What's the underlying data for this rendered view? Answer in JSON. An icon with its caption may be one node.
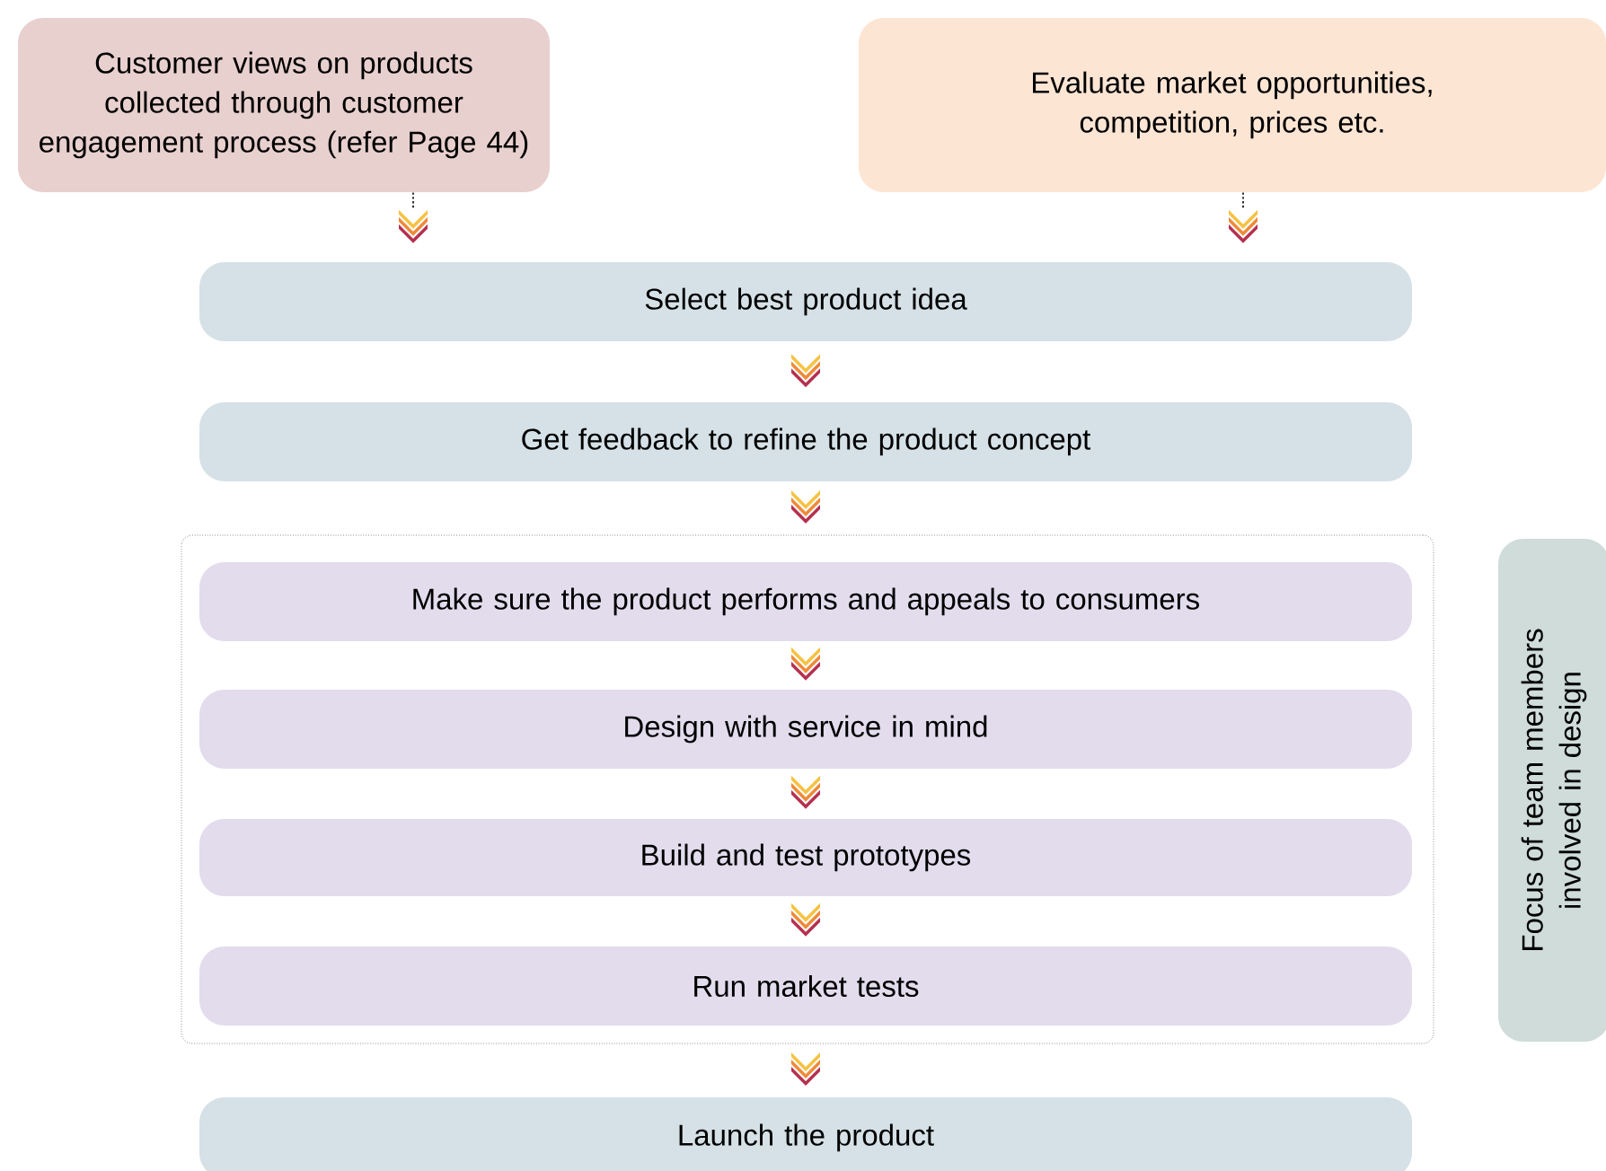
{
  "diagram": {
    "nodes": [
      {
        "text": [
          "Customer views on products collected through customer engagement process (refer Page 44)"
        ]
      },
      {
        "text": [
          "Evaluate market opportunities, competition, prices etc."
        ]
      },
      {
        "text": [
          "Select best product idea"
        ]
      },
      {
        "text": [
          "Get feedback to refine the product concept"
        ]
      },
      {
        "text": [],
        "shape": "box"
      },
      {
        "text": [
          "Make sure the product performs and appeals to consumers"
        ],
        "in": 4
      },
      {
        "text": [
          "Design with service in mind"
        ],
        "in": 4
      },
      {
        "text": [
          "Build and test prototypes"
        ],
        "in": 4
      },
      {
        "text": [
          "Run market tests"
        ],
        "in": 4
      },
      {
        "text": [
          "Launch the product"
        ]
      },
      {
        "text": [
          "Focus of team members involved in design"
        ]
      }
    ],
    "edges": [
      {
        "from": 0,
        "to": 2,
        "arrow": "to",
        "style": "dashed"
      },
      {
        "from": 1,
        "to": 2,
        "arrow": "to",
        "style": "dashed"
      },
      {
        "from": 2,
        "to": 3,
        "arrow": "to"
      },
      {
        "from": 3,
        "to": 4,
        "arrow": "to"
      },
      {
        "from": 5,
        "to": 6,
        "arrow": "to"
      },
      {
        "from": 6,
        "to": 7,
        "arrow": "to"
      },
      {
        "from": 7,
        "to": 8,
        "arrow": "to"
      },
      {
        "from": 4,
        "to": 9,
        "arrow": "to"
      }
    ]
  }
}
